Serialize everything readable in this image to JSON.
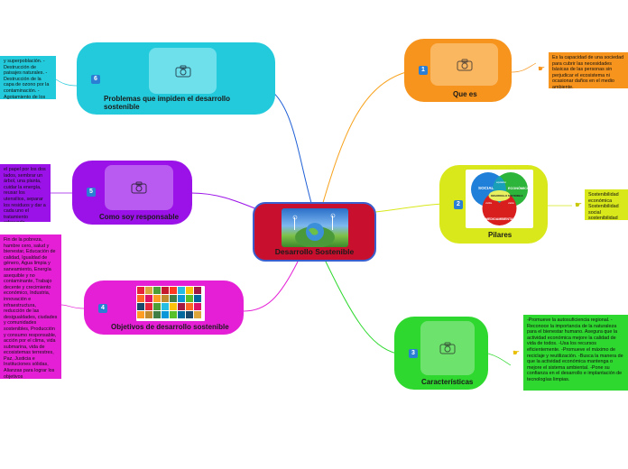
{
  "center": {
    "title": "Desarrollo Sostenible"
  },
  "nodes": {
    "que_es": {
      "number": "1",
      "title": "Que es",
      "note": "Es la capacidad de una sociedad para cubrir las necesidades básicas de las personas sin perjudicar el ecosistema ni ocasionar daños en el medio ambiente."
    },
    "pilares": {
      "number": "2",
      "title": "Pilares",
      "note": "Sostenibilidad económica Sostenibilidad social sostenibilidad ambiental Desarrollo sostenible",
      "venn": {
        "social": "SOCIAL",
        "economico": "ECONÓMICO",
        "medioambiental": "MEDIOAMBIENTAL",
        "center": "DESARROLLO SOSTENIBLE",
        "equitativo": "equitativo",
        "viable": "viable",
        "vivible": "vivible"
      }
    },
    "caracteristicas": {
      "number": "3",
      "title": "Características",
      "note": "-Promueve la autosuficiencia regional. -Reconoce la importancia de la naturaleza para el bienestar humano. Asegura que la actividad económica mejore la calidad de vida de todos. -Usa los recursos eficientemente. -Promueve el máximo de reciclaje y reutilización. -Busca la manera de que la actividad económica mantenga o mejore el sistema ambiental. -Pone su confianza en el desarrollo e implantación de tecnologías limpias."
    },
    "objetivos": {
      "number": "4",
      "title": "Objetivos de desarrollo sostenible",
      "note": "Fin de la pobreza, hambre cero, salud y bienestar, Educación de calidad, Igualdad de género, Agua limpia y saneamiento, Energía asequible y no contaminante, Trabajo decente y crecimiento económico, Industria, innovación e infraestructura, reducción de las desigualdades, ciudades y comunidades sostenibles, Producción y consumo responsable, acción por el clima, vida submarina, vida de ecosistemas terrestres, Paz, Justicia e Instituciones sólidas, Alianzas para lograr los objetivos"
    },
    "como_soy": {
      "number": "5",
      "title": "Como soy responsable",
      "note": "el papel por los dos lados, sembrar un árbol, una planta, cuidar la energía, reusar los utensilios, separar los residuos y dar a cada uno el tratamiento adecuado, desconectar los aparatos eléctricos de la red."
    },
    "problemas": {
      "number": "6",
      "title": "Problemas que impiden el desarrollo sostenible",
      "note": "y superpoblación. - Destrucción de paisajes naturales. - Destrucción de la capa de ozono por la contaminación. - Agotamiento de los recursos naturales."
    }
  },
  "colors": {
    "center": "#c8102e",
    "que_es": "#f7941d",
    "pilares": "#d8e81a",
    "caracteristicas": "#2ed82e",
    "objetivos": "#e51fd6",
    "como_soy": "#9b12e8",
    "problemas": "#23cadb",
    "badge": "#2a7fd4"
  },
  "icons": {
    "image_placeholder": "camera-icon",
    "hand": "pointing-hand-icon"
  }
}
